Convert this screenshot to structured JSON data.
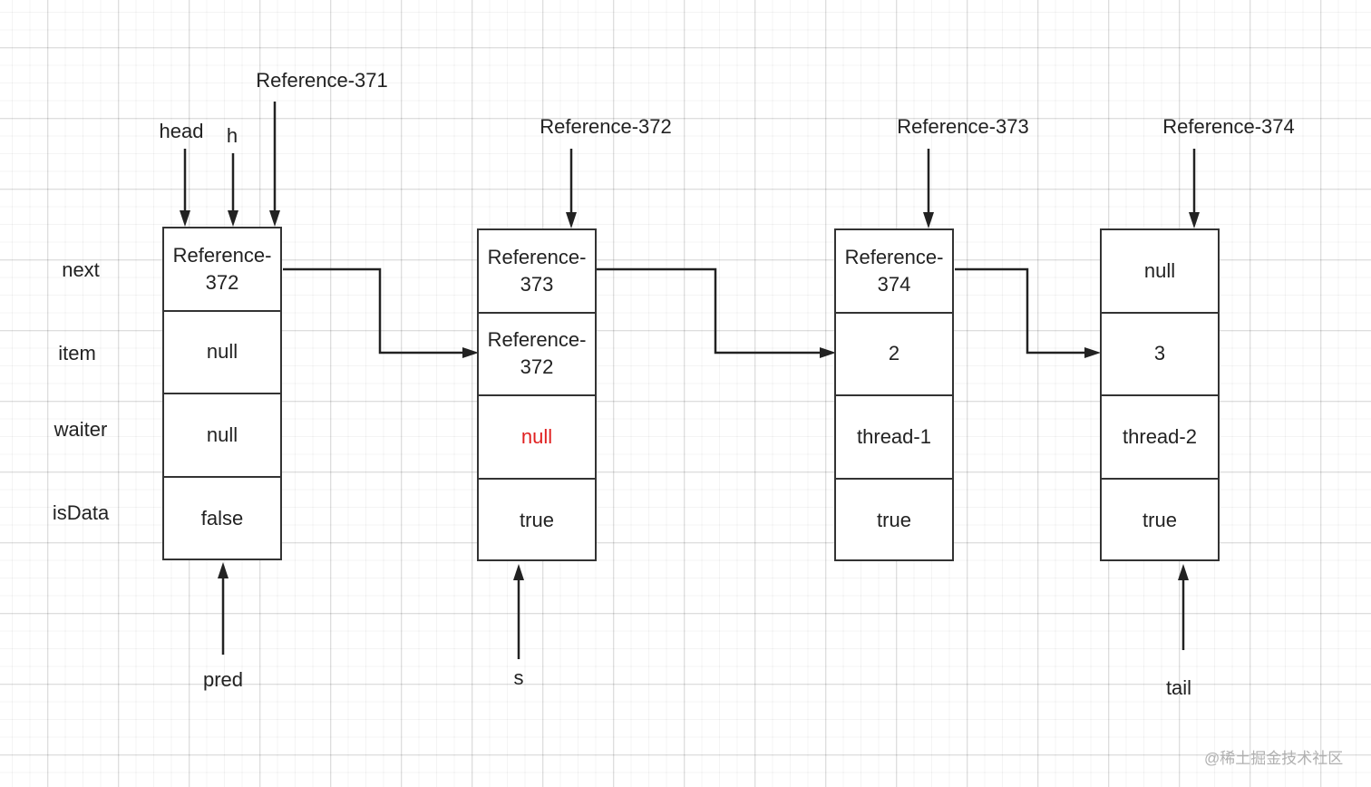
{
  "row_labels": [
    "next",
    "item",
    "waiter",
    "isData"
  ],
  "nodes": [
    {
      "id": "node-1",
      "cells": [
        "Reference-372",
        "null",
        "null",
        "false"
      ],
      "top_pointers": [
        "head",
        "h",
        "Reference-371"
      ],
      "bottom_pointer": "pred"
    },
    {
      "id": "node-2",
      "cells": [
        "Reference-373",
        "Reference-372",
        "null",
        "true"
      ],
      "top_pointers": [
        "Reference-372"
      ],
      "bottom_pointer": "s",
      "highlight_cell": 2,
      "highlight_color": "#e02020"
    },
    {
      "id": "node-3",
      "cells": [
        "Reference-374",
        "2",
        "thread-1",
        "true"
      ],
      "top_pointers": [
        "Reference-373"
      ],
      "bottom_pointer": null
    },
    {
      "id": "node-4",
      "cells": [
        "null",
        "3",
        "thread-2",
        "true"
      ],
      "top_pointers": [
        "Reference-374"
      ],
      "bottom_pointer": "tail"
    }
  ],
  "watermark": "@稀土掘金技术社区"
}
